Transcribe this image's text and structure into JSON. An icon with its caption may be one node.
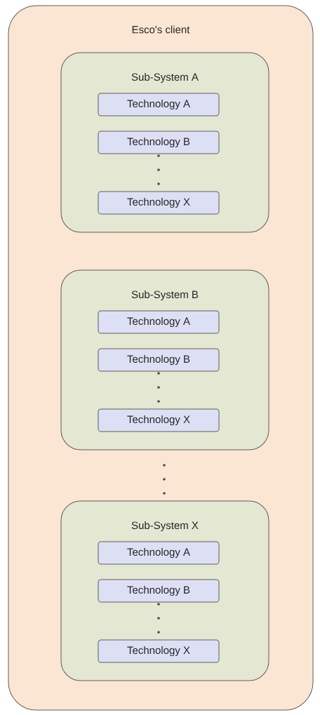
{
  "diagram": {
    "nodes": [
      {
        "text": [
          "Esco's client"
        ]
      },
      {
        "text": [
          "Sub-System A"
        ],
        "in": 0
      },
      {
        "text": [
          "Technology A"
        ],
        "in": 1
      },
      {
        "text": [
          "Technology B"
        ],
        "in": 1
      },
      {
        "text": [
          "Technology X"
        ],
        "in": 1
      },
      {
        "text": [
          "Sub-System B"
        ],
        "in": 0
      },
      {
        "text": [
          "Technology A"
        ],
        "in": 5
      },
      {
        "text": [
          "Technology B"
        ],
        "in": 5
      },
      {
        "text": [
          "Technology X"
        ],
        "in": 5
      },
      {
        "text": [
          "Sub-System X"
        ],
        "in": 0
      },
      {
        "text": [
          "Technology A"
        ],
        "in": 9
      },
      {
        "text": [
          "Technology B"
        ],
        "in": 9
      },
      {
        "text": [
          "Technology X"
        ],
        "in": 9
      }
    ]
  }
}
